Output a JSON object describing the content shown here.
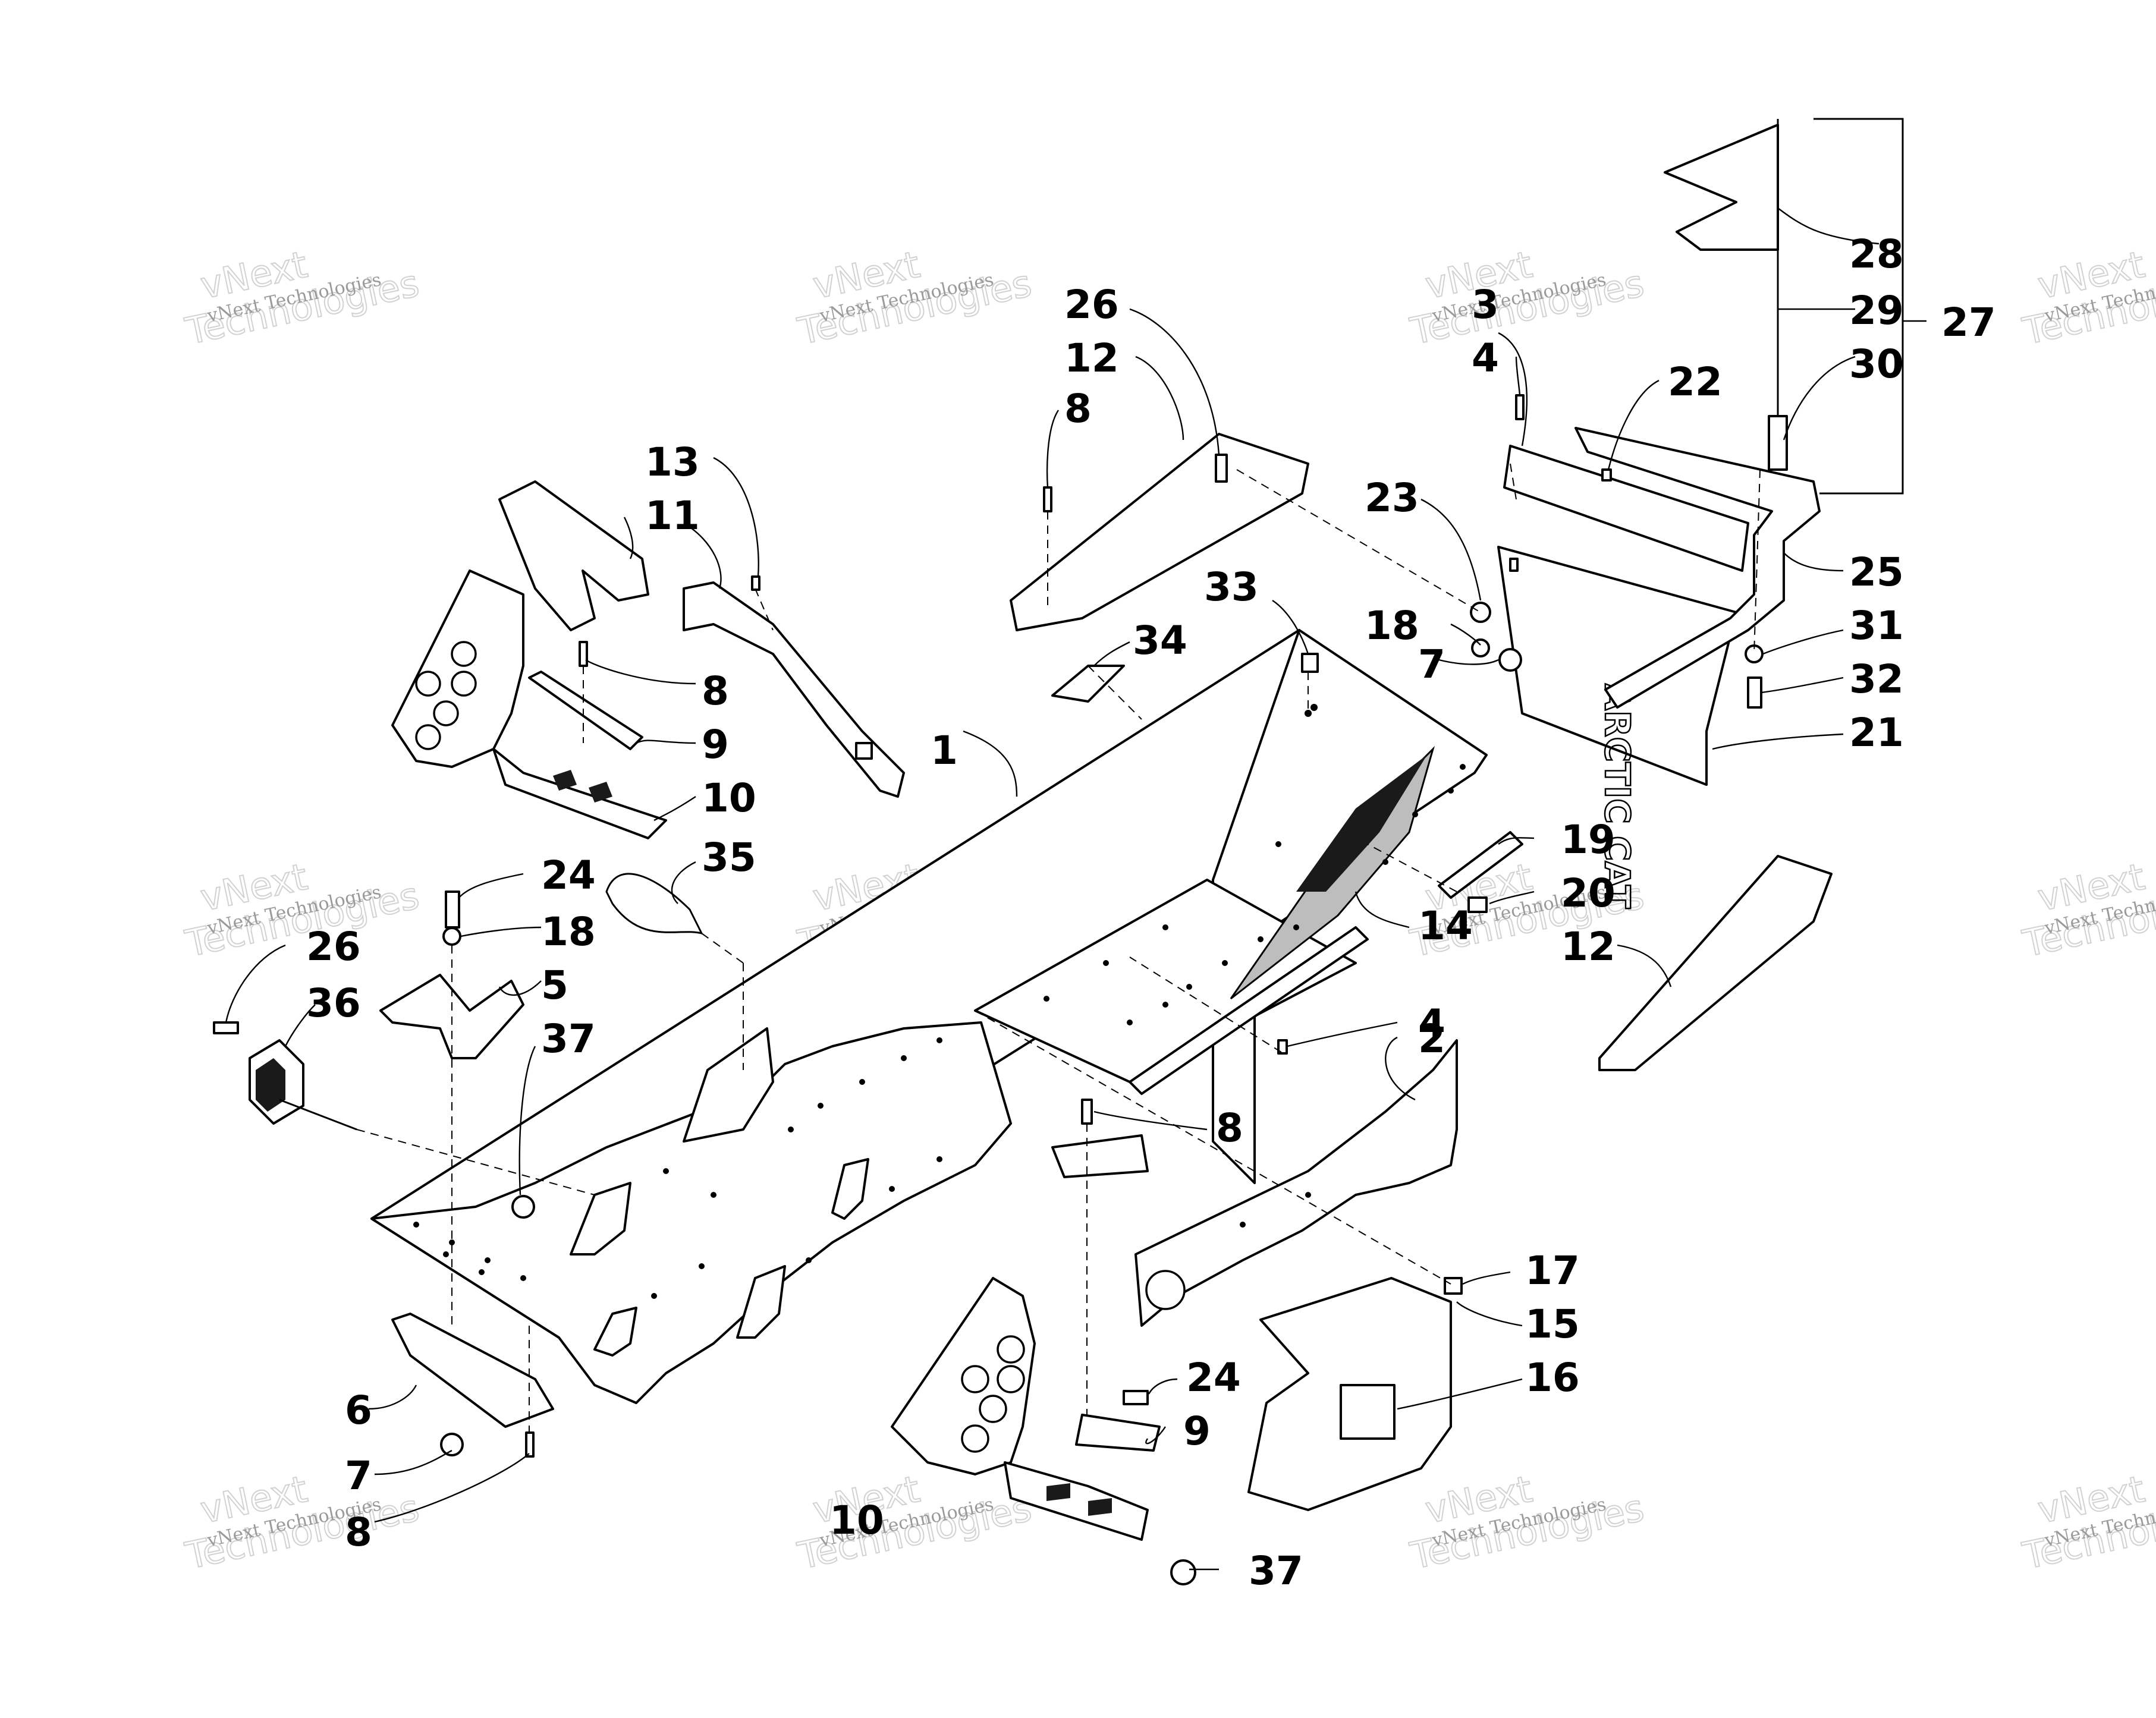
{
  "watermark": {
    "line1": "vNext Technologies",
    "line2": "vNext",
    "line3": "Technologies"
  },
  "decal_text": "ARCTIC CAT",
  "callouts": [
    {
      "id": "c1",
      "label": "1"
    },
    {
      "id": "c2",
      "label": "2"
    },
    {
      "id": "c3",
      "label": "3"
    },
    {
      "id": "c4a",
      "label": "4"
    },
    {
      "id": "c4b",
      "label": "4"
    },
    {
      "id": "c5",
      "label": "5"
    },
    {
      "id": "c6",
      "label": "6"
    },
    {
      "id": "c7a",
      "label": "7"
    },
    {
      "id": "c7b",
      "label": "7"
    },
    {
      "id": "c8a",
      "label": "8"
    },
    {
      "id": "c8b",
      "label": "8"
    },
    {
      "id": "c8c",
      "label": "8"
    },
    {
      "id": "c8d",
      "label": "8"
    },
    {
      "id": "c9a",
      "label": "9"
    },
    {
      "id": "c9b",
      "label": "9"
    },
    {
      "id": "c10a",
      "label": "10"
    },
    {
      "id": "c10b",
      "label": "10"
    },
    {
      "id": "c11",
      "label": "11"
    },
    {
      "id": "c12a",
      "label": "12"
    },
    {
      "id": "c12b",
      "label": "12"
    },
    {
      "id": "c13",
      "label": "13"
    },
    {
      "id": "c14",
      "label": "14"
    },
    {
      "id": "c15",
      "label": "15"
    },
    {
      "id": "c16",
      "label": "16"
    },
    {
      "id": "c17",
      "label": "17"
    },
    {
      "id": "c18a",
      "label": "18"
    },
    {
      "id": "c18b",
      "label": "18"
    },
    {
      "id": "c19",
      "label": "19"
    },
    {
      "id": "c20",
      "label": "20"
    },
    {
      "id": "c21",
      "label": "21"
    },
    {
      "id": "c22",
      "label": "22"
    },
    {
      "id": "c23",
      "label": "23"
    },
    {
      "id": "c24a",
      "label": "24"
    },
    {
      "id": "c24b",
      "label": "24"
    },
    {
      "id": "c25",
      "label": "25"
    },
    {
      "id": "c26a",
      "label": "26"
    },
    {
      "id": "c26b",
      "label": "26"
    },
    {
      "id": "c27",
      "label": "27"
    },
    {
      "id": "c28",
      "label": "28"
    },
    {
      "id": "c29",
      "label": "29"
    },
    {
      "id": "c30",
      "label": "30"
    },
    {
      "id": "c31",
      "label": "31"
    },
    {
      "id": "c32",
      "label": "32"
    },
    {
      "id": "c33",
      "label": "33"
    },
    {
      "id": "c34",
      "label": "34"
    },
    {
      "id": "c35",
      "label": "35"
    },
    {
      "id": "c36",
      "label": "36"
    },
    {
      "id": "c37a",
      "label": "37"
    },
    {
      "id": "c37b",
      "label": "37"
    }
  ]
}
